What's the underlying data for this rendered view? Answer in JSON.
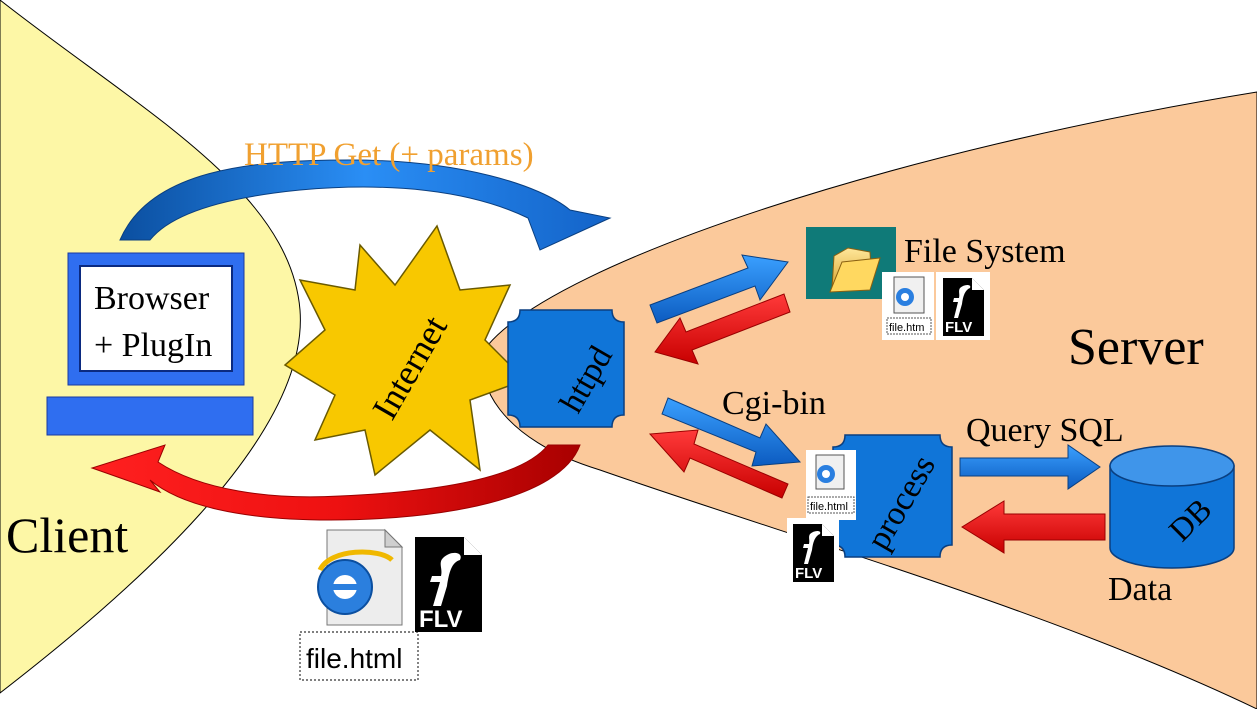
{
  "client": {
    "label": "Client",
    "browser_line1": "Browser",
    "browser_line2": "+ PlugIn"
  },
  "request": {
    "label": "HTTP Get (+ params)",
    "color": "#f0a030"
  },
  "internet": {
    "label": "Internet"
  },
  "server": {
    "label": "Server",
    "httpd": "httpd",
    "file_system": "File System",
    "cgi": "Cgi-bin",
    "process": "process",
    "query": "Query SQL",
    "db": "DB",
    "data": "Data"
  },
  "files": {
    "html": "file.html",
    "html_small": "file.htm",
    "flv": "FLV"
  },
  "colors": {
    "client_bg": "#fdf7a6",
    "server_bg": "#fbc99b",
    "box_blue": "#1075d8",
    "arrow_red": "#ee1111",
    "burst": "#f8c800",
    "monitor_blue": "#2f6ef0"
  },
  "icons": [
    "ie-file-icon",
    "flv-file-icon",
    "folder-icon"
  ]
}
